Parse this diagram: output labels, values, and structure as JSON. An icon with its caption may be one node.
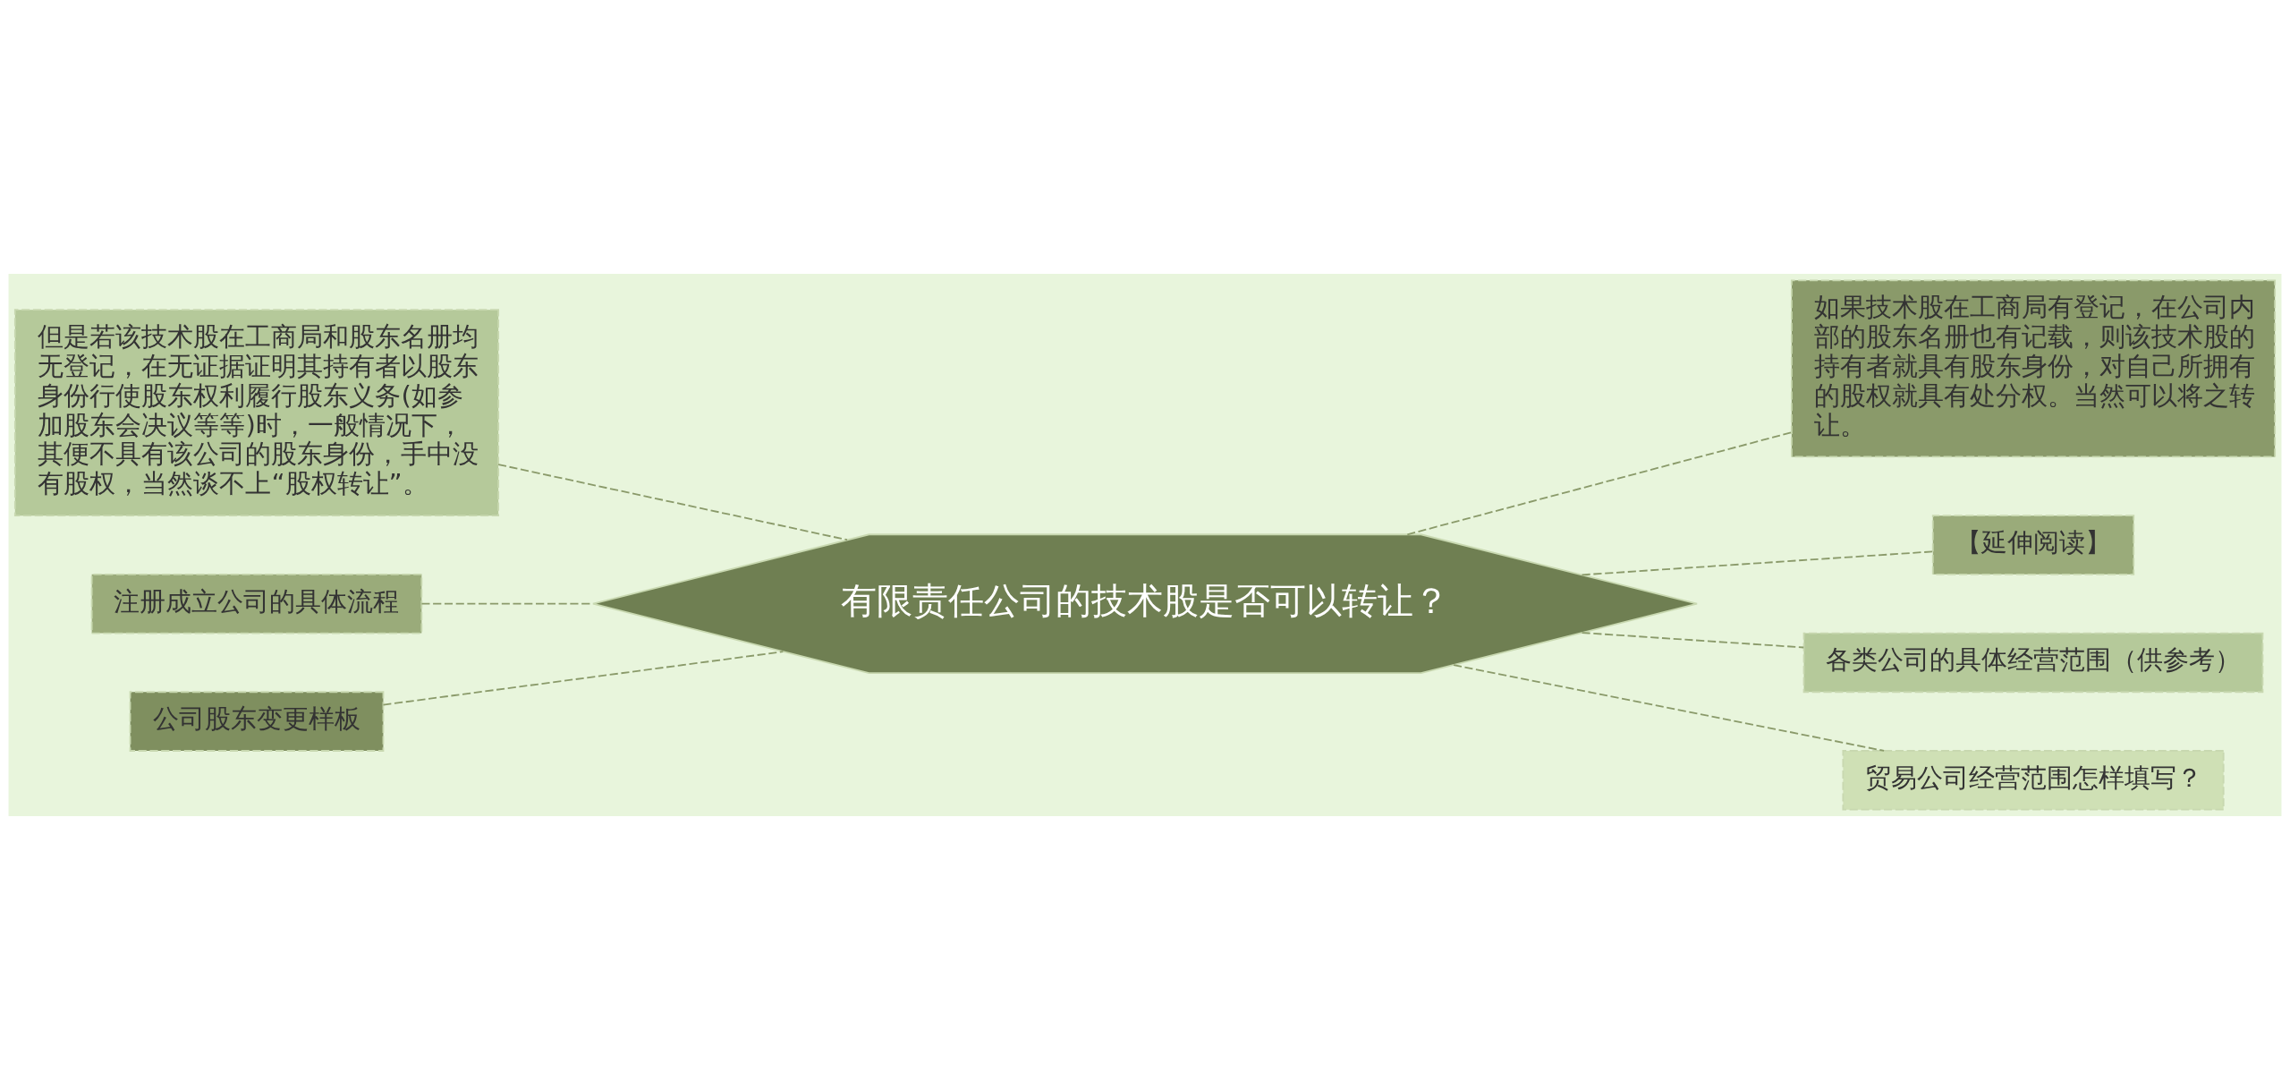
{
  "diagram": {
    "nodes": [
      {
        "text": [
          "有限责任公司的技术股是否可以转让？"
        ]
      },
      {
        "text": [
          "但是若该技术股在工商局和股东名册均无登记，在无证据证明其持有者以股东身份行使股东权利履行股东义务(如参加股东会决议等等)时，一般情况下，其便不具有该公司的股东身份，手中没有股权，当然谈不上“股权转让”。"
        ]
      },
      {
        "text": [
          "注册成立公司的具体流程"
        ]
      },
      {
        "text": [
          "公司股东变更样板"
        ]
      },
      {
        "text": [
          "如果技术股在工商局有登记，在公司内部的股东名册也有记载，则该技术股的持有者就具有股东身份，对自己所拥有的股权就具有处分权。当然可以将之转让。"
        ]
      },
      {
        "text": [
          "【延伸阅读】"
        ]
      },
      {
        "text": [
          "各类公司的具体经营范围（供参考）"
        ]
      },
      {
        "text": [
          "贸易公司经营范围怎样填写？"
        ]
      }
    ],
    "edges": [
      {
        "from": 0,
        "to": 1,
        "arrow": "none",
        "style": "dashed"
      },
      {
        "from": 0,
        "to": 2,
        "arrow": "none",
        "style": "dashed"
      },
      {
        "from": 0,
        "to": 3,
        "arrow": "none",
        "style": "dashed"
      },
      {
        "from": 0,
        "to": 4,
        "arrow": "none",
        "style": "dashed"
      },
      {
        "from": 0,
        "to": 5,
        "arrow": "none",
        "style": "dashed"
      },
      {
        "from": 0,
        "to": 6,
        "arrow": "none",
        "style": "dashed"
      },
      {
        "from": 0,
        "to": 7,
        "arrow": "none",
        "style": "dashed"
      }
    ]
  }
}
